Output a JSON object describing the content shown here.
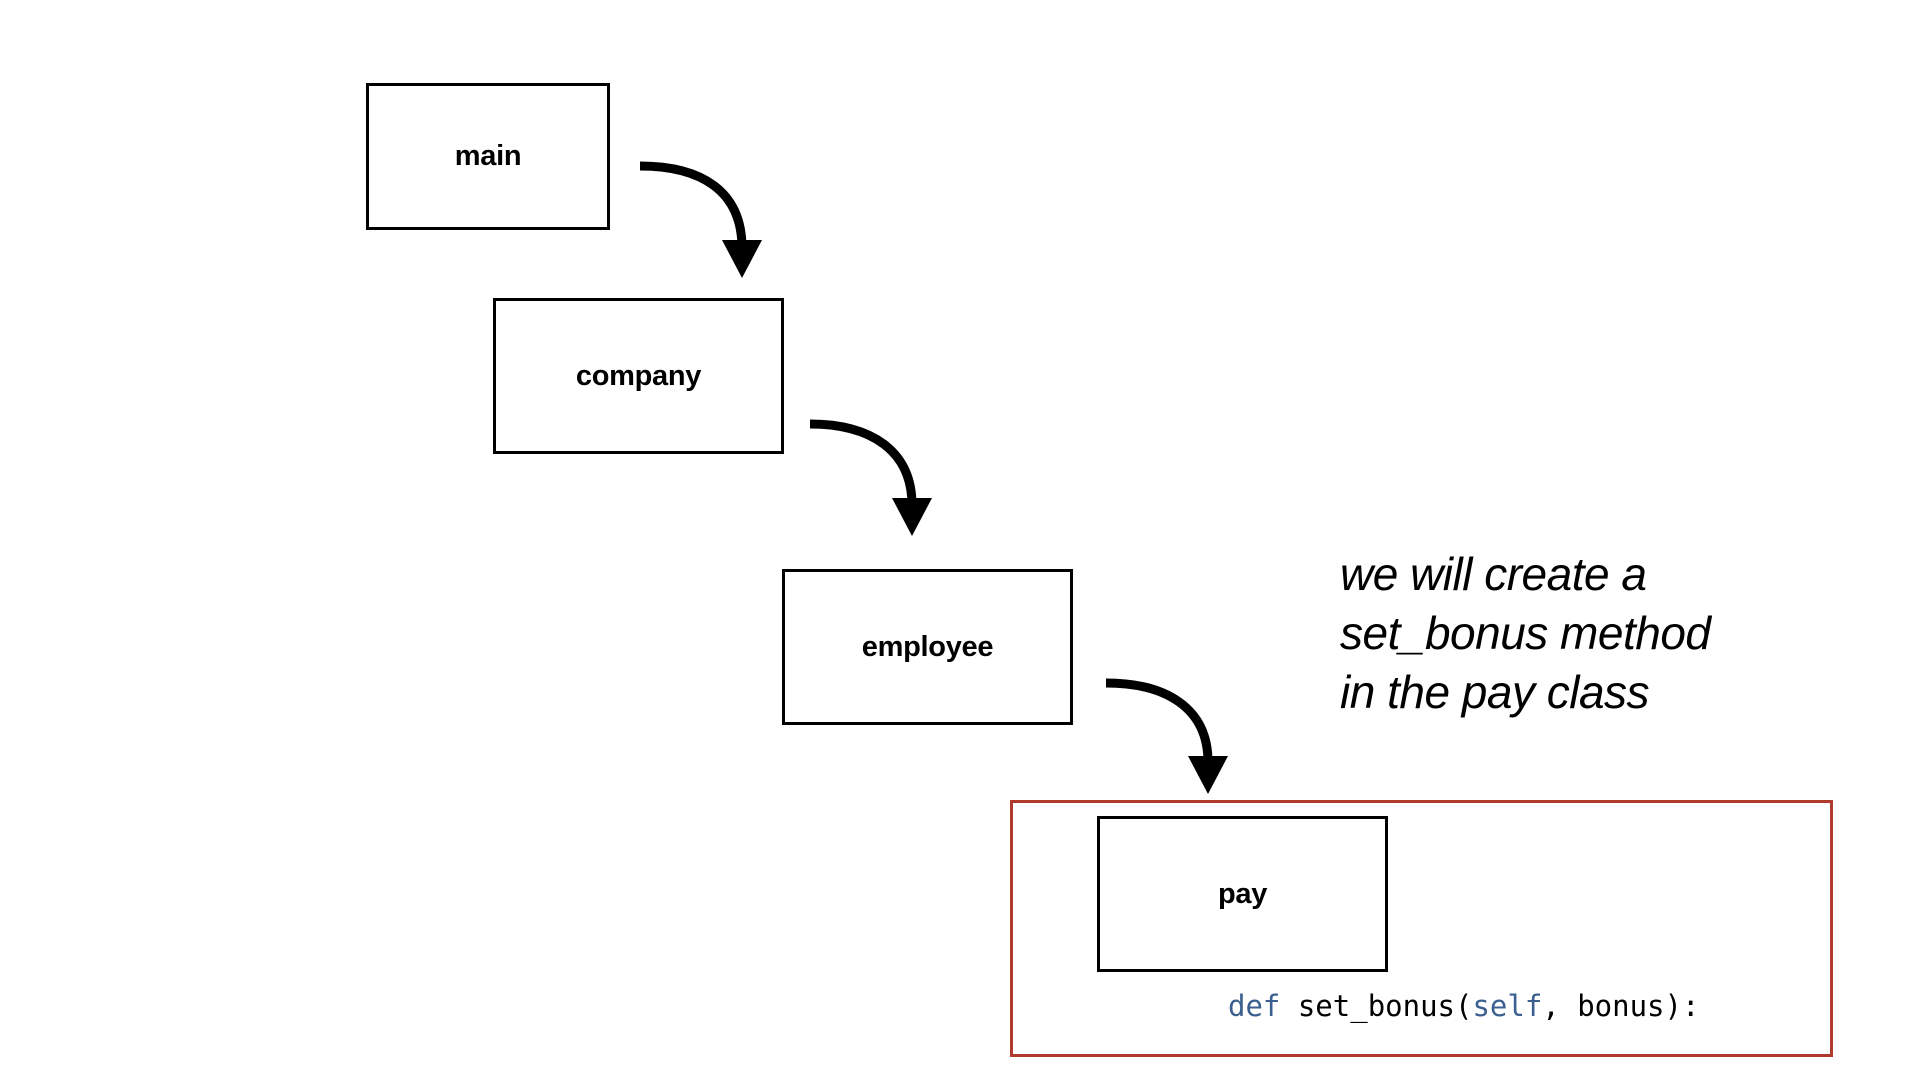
{
  "diagram": {
    "nodes": [
      {
        "id": "main",
        "label": "main"
      },
      {
        "id": "company",
        "label": "company"
      },
      {
        "id": "employee",
        "label": "employee"
      },
      {
        "id": "pay",
        "label": "pay"
      }
    ],
    "edges": [
      {
        "from": "main",
        "to": "company"
      },
      {
        "from": "company",
        "to": "employee"
      },
      {
        "from": "employee",
        "to": "pay"
      }
    ]
  },
  "note": {
    "lines": [
      "we will create a",
      "set_bonus method",
      "in the pay class"
    ]
  },
  "code": {
    "keyword": "def",
    "name": " set_bonus(",
    "self_kw": "self",
    "rest": ", bonus):"
  },
  "colors": {
    "highlight_frame": "#b03a2e",
    "code_keyword": "#3b5f8f",
    "stroke": "#000000"
  }
}
